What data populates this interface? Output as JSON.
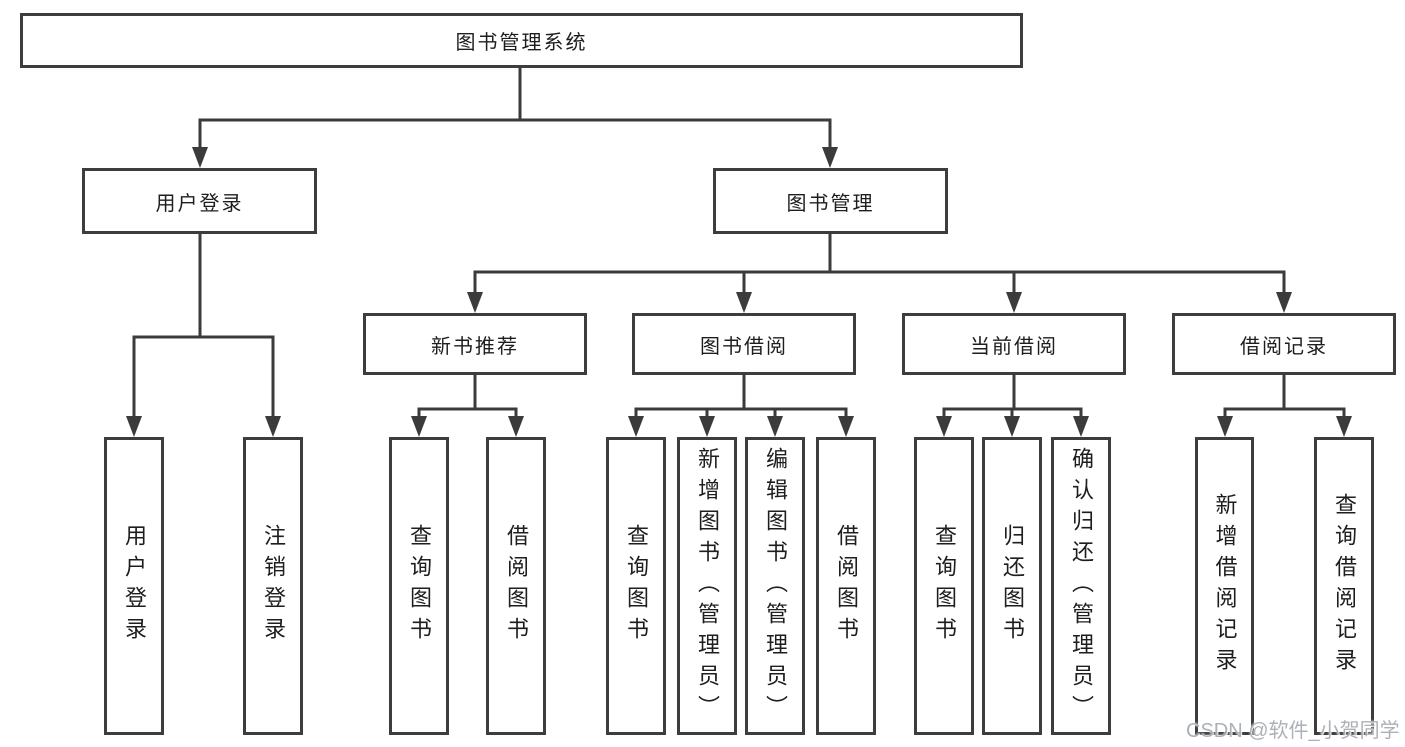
{
  "tree": {
    "root": "图书管理系统",
    "branches": [
      {
        "label": "用户登录",
        "children": [
          "用户登录",
          "注销登录"
        ]
      },
      {
        "label": "图书管理",
        "groups": [
          {
            "label": "新书推荐",
            "children": [
              "查询图书",
              "借阅图书"
            ]
          },
          {
            "label": "图书借阅",
            "children": [
              "查询图书",
              "新增图书（管理员）",
              "编辑图书（管理员）",
              "借阅图书"
            ]
          },
          {
            "label": "当前借阅",
            "children": [
              "查询图书",
              "归还图书",
              "确认归还（管理员）"
            ]
          },
          {
            "label": "借阅记录",
            "children": [
              "新增借阅记录",
              "查询借阅记录"
            ]
          }
        ]
      }
    ]
  },
  "watermark": {
    "text": "CSDN @软件_小贺同学"
  },
  "colors": {
    "line": "#3b3b3b",
    "box_border": "#3d3d3d",
    "text": "#1e1e1e",
    "watermark": "#a8adb3",
    "background": "#ffffff"
  }
}
